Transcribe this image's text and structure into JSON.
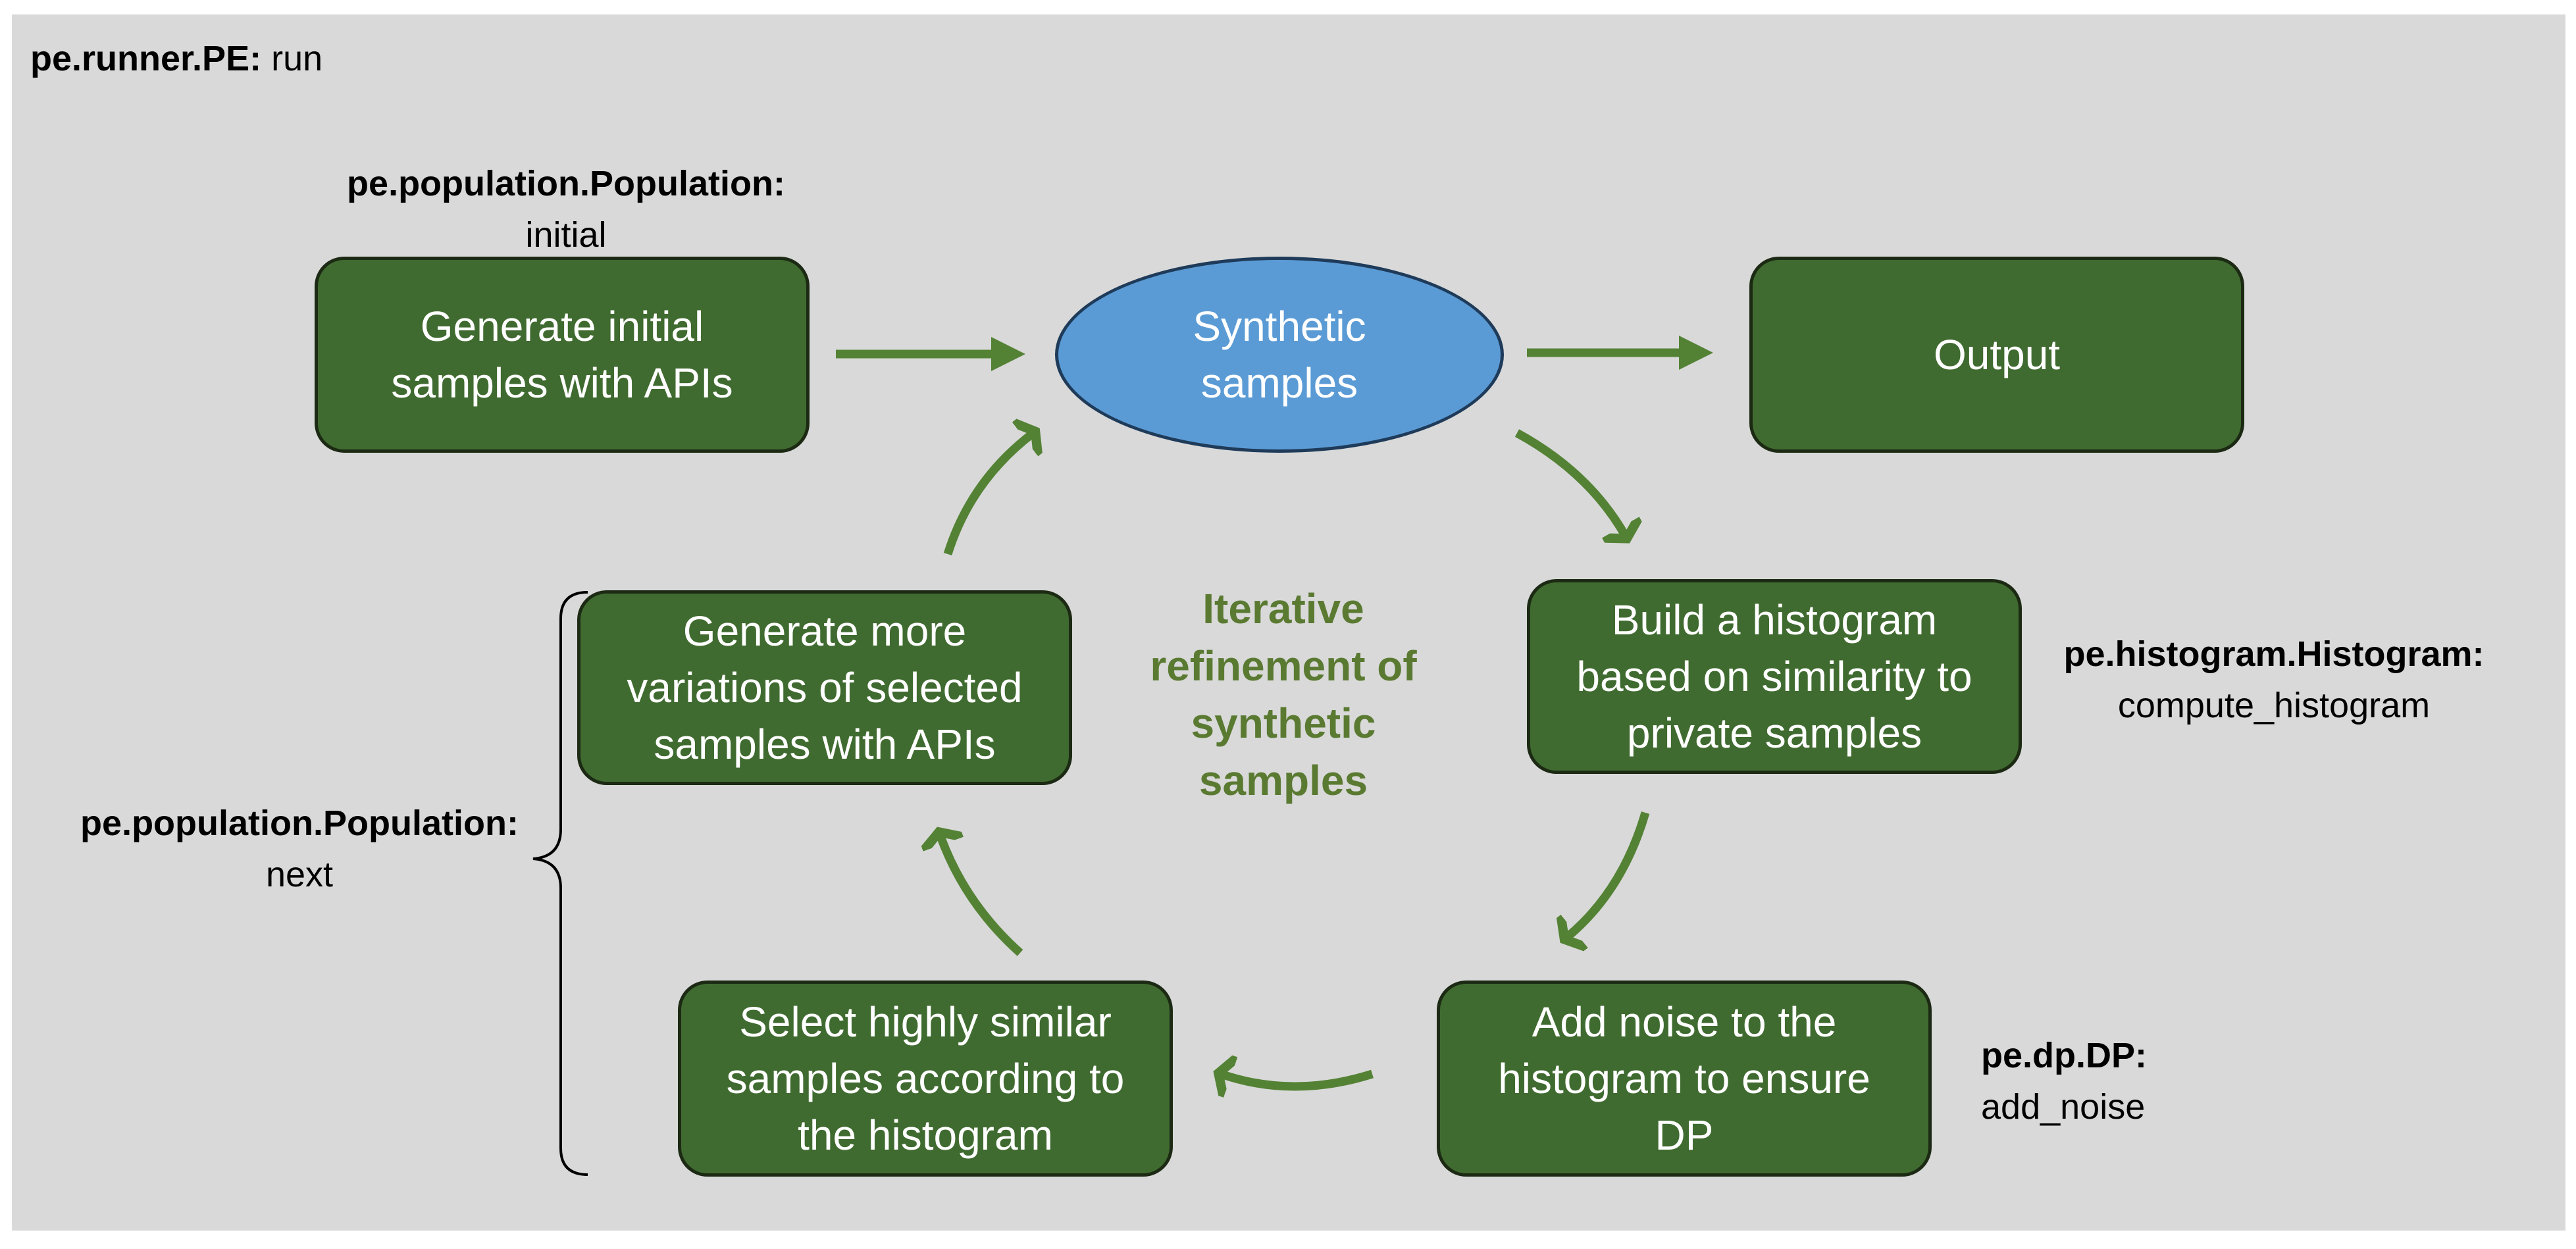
{
  "colors": {
    "background_panel": "#d9d9d9",
    "box_fill": "#406b30",
    "box_border": "#1c2a14",
    "ellipse_fill": "#5b9bd5",
    "arrow": "#548235",
    "center_text": "#5a7a32"
  },
  "runner": {
    "module": "pe.runner.PE:",
    "method": "run"
  },
  "nodes": {
    "generate_initial": "Generate initial\nsamples with APIs",
    "synthetic": "Synthetic\nsamples",
    "output": "Output",
    "build_histogram": "Build a histogram\nbased on similarity to\nprivate samples",
    "add_noise": "Add noise to the\nhistogram to ensure\nDP",
    "select_similar": "Select highly similar\nsamples according to\nthe histogram",
    "generate_variations": "Generate more\nvariations of selected\nsamples with APIs"
  },
  "center_label": "Iterative\nrefinement of\nsynthetic\nsamples",
  "annotations": {
    "population_initial": {
      "module": "pe.population.Population:",
      "method": "initial"
    },
    "histogram": {
      "module": "pe.histogram.Histogram:",
      "method": "compute_histogram"
    },
    "dp": {
      "module": "pe.dp.DP:",
      "method": "add_noise"
    },
    "population_next": {
      "module": "pe.population.Population:",
      "method": "next"
    }
  }
}
